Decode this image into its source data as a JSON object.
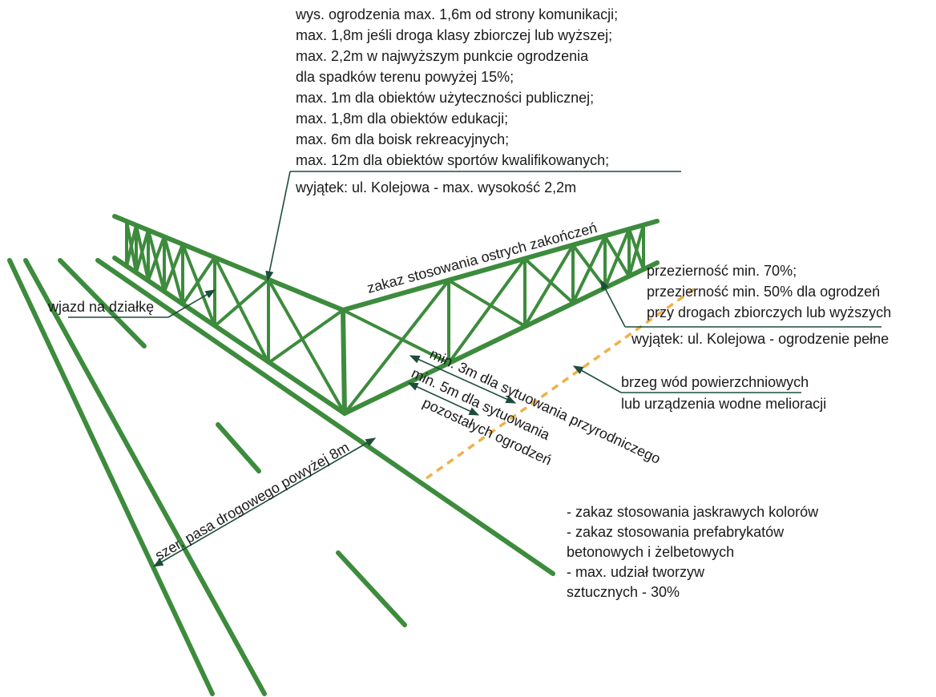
{
  "height_notes": {
    "lines": [
      "wys. ogrodzenia max. 1,6m od strony komunikacji;",
      "max. 1,8m jeśli droga klasy zbiorczej lub wyższej;",
      "max. 2,2m w najwyższym punkcie ogrodzenia",
      "dla spadków terenu powyżej 15%;",
      "max. 1m dla obiektów użyteczności publicznej;",
      "max. 1,8m dla obiektów edukacji;",
      "max. 6m dla boisk rekreacyjnych;",
      "max. 12m dla obiektów sportów kwalifikowanych;"
    ],
    "exception": "wyjątek: ul. Kolejowa - max. wysokość 2,2m"
  },
  "sharp_ends": "zakaz stosowania ostrych zakończeń",
  "entrance": "wjazd na działkę",
  "transparency": {
    "lines": [
      "przezierność min. 70%;",
      "przezierność min. 50% dla ogrodzeń",
      "przy drogach zbiorczych lub wyższych"
    ],
    "exception": "wyjątek: ul. Kolejowa - ogrodzenie pełne"
  },
  "water": {
    "lines": [
      "brzeg wód powierzchniowych",
      "lub urządzenia wodne melioracji"
    ]
  },
  "distance": {
    "line1": "min. 3m dla sytuowania przyrodniczego",
    "line2a": "min. 5m dla sytuowania",
    "line2b": "pozostałych ogrodzeń"
  },
  "road_width": "szer. pasa drogowego powyżej 8m",
  "material": {
    "lines": [
      "- zakaz stosowania jaskrawych kolorów",
      "- zakaz stosowania prefabrykatów",
      "betonowych i żelbetowych",
      "- max. udział tworzyw",
      "sztucznych - 30%"
    ]
  }
}
